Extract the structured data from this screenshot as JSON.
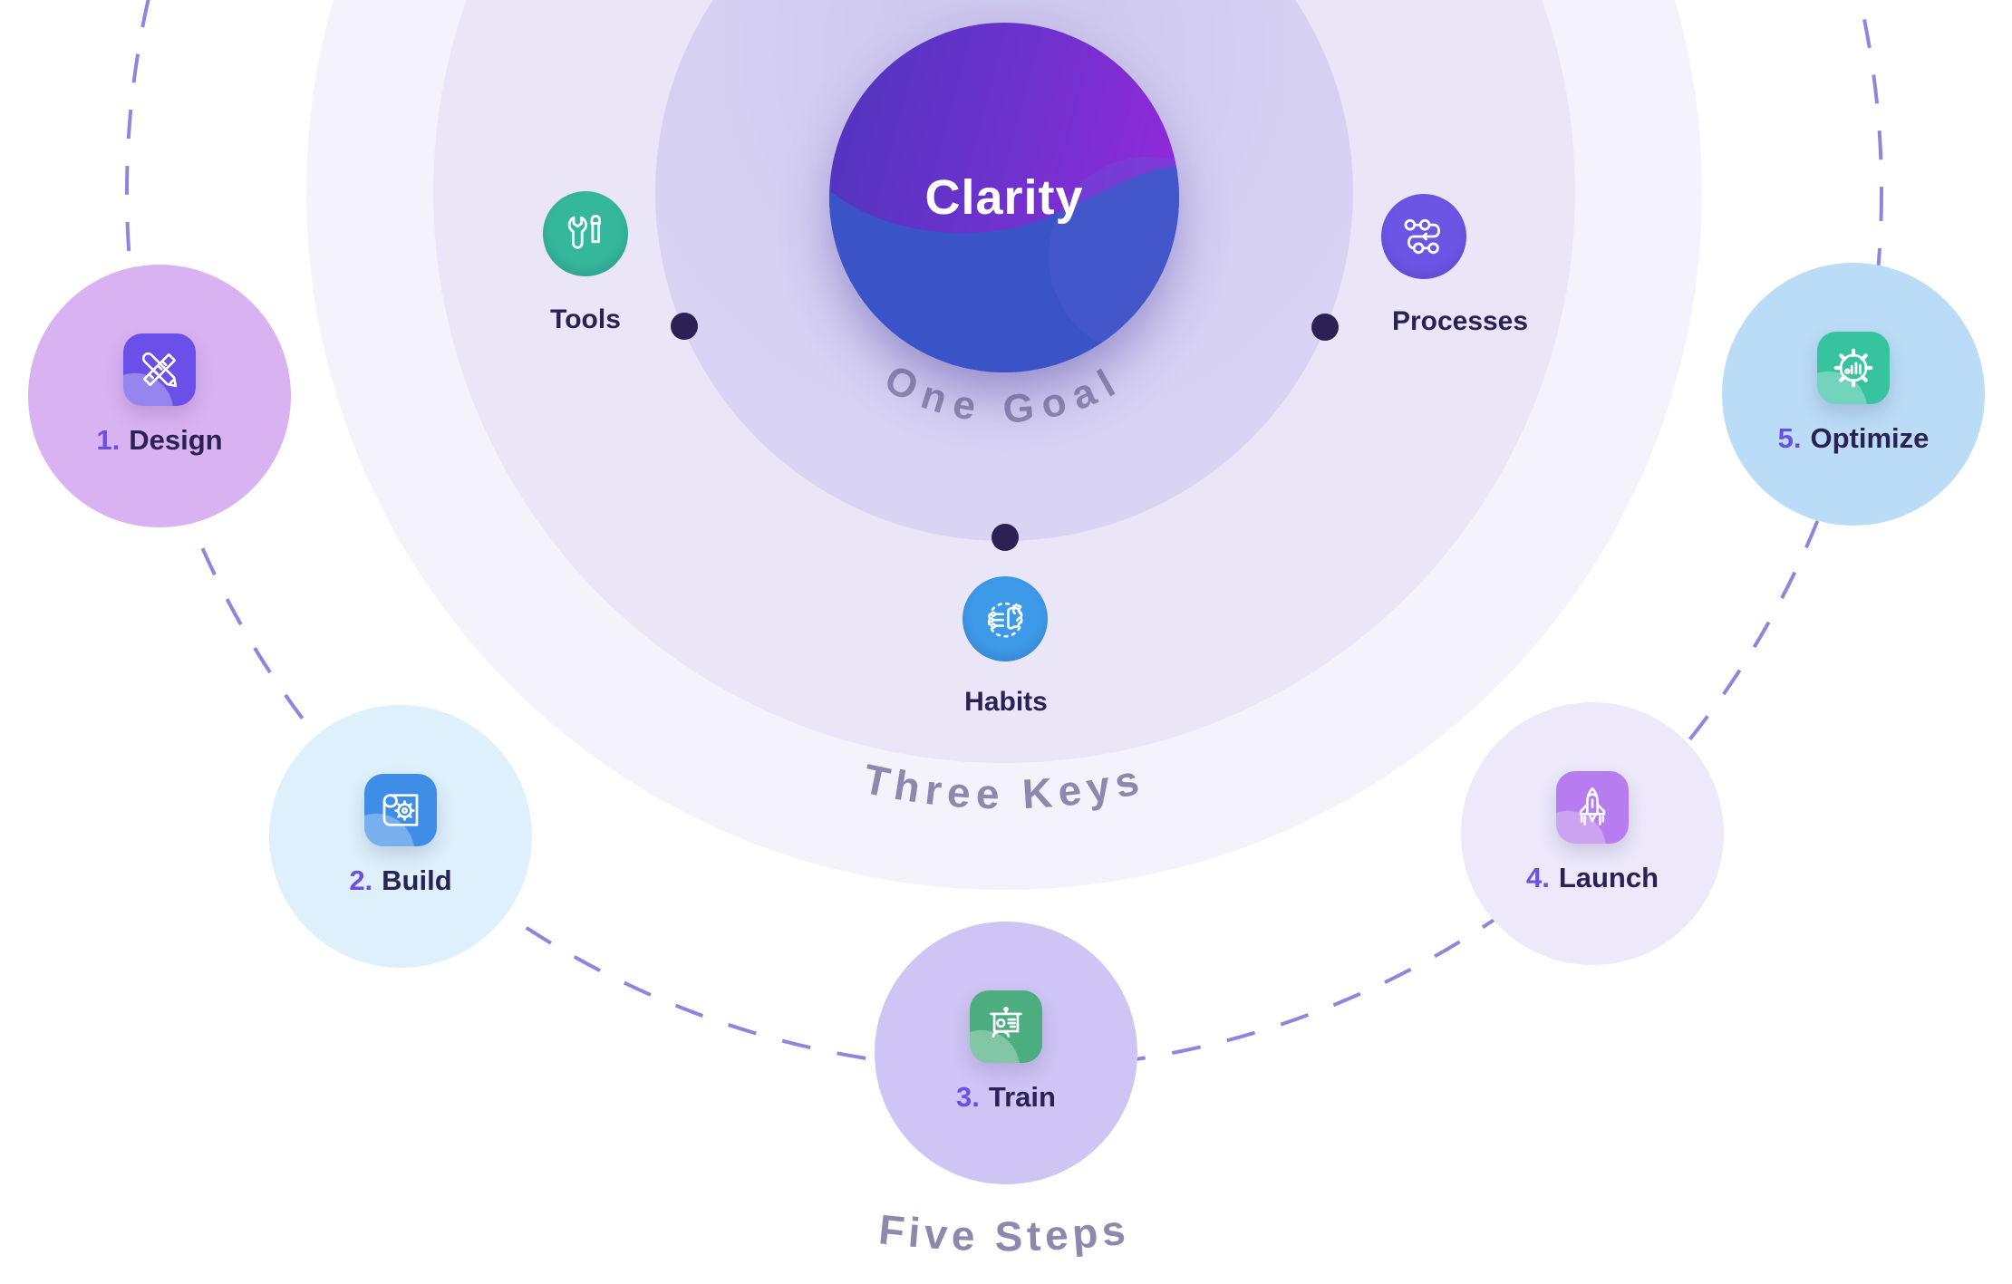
{
  "diagram": {
    "title": "Clarity",
    "ring_labels": {
      "inner": "One Goal",
      "middle": "Three Keys",
      "outer": "Five Steps"
    },
    "keys": [
      {
        "label": "Tools",
        "icon": "tools-icon",
        "color": "#35B79B"
      },
      {
        "label": "Processes",
        "icon": "processes-icon",
        "color": "#6C55E5"
      },
      {
        "label": "Habits",
        "icon": "habits-icon",
        "color": "#3D9AE8"
      }
    ],
    "steps": [
      {
        "number": "1.",
        "label": "Design",
        "icon": "design-icon",
        "circle_color": "#D9B2F1",
        "badge_color": "#6A50E8"
      },
      {
        "number": "2.",
        "label": "Build",
        "icon": "build-icon",
        "circle_color": "#DEF0FB",
        "badge_color": "#3E8DE6"
      },
      {
        "number": "3.",
        "label": "Train",
        "icon": "train-icon",
        "circle_color": "#CFC5F4",
        "badge_color": "#4CAE80"
      },
      {
        "number": "4.",
        "label": "Launch",
        "icon": "launch-icon",
        "circle_color": "#EDE9FB",
        "badge_color": "#B77CF0"
      },
      {
        "number": "5.",
        "label": "Optimize",
        "icon": "optimize-icon",
        "circle_color": "#BADCF6",
        "badge_color": "#37C2A0"
      }
    ],
    "colors": {
      "background": "#FFFFFF",
      "ring_inner": "#D5CFF2",
      "ring_middle": "#EAE6F8",
      "ring_outer": "#F4F2FB",
      "clarity_gradient_start": "#4F35BE",
      "clarity_gradient_end": "#9129DA",
      "clarity_wave": "#3A53C6",
      "arc_text": "#8E88AE",
      "dashed_circle": "#8F85DE",
      "dot": "#2B2154",
      "label_text": "#2A2156",
      "step_number": "#6A4FE1"
    }
  }
}
